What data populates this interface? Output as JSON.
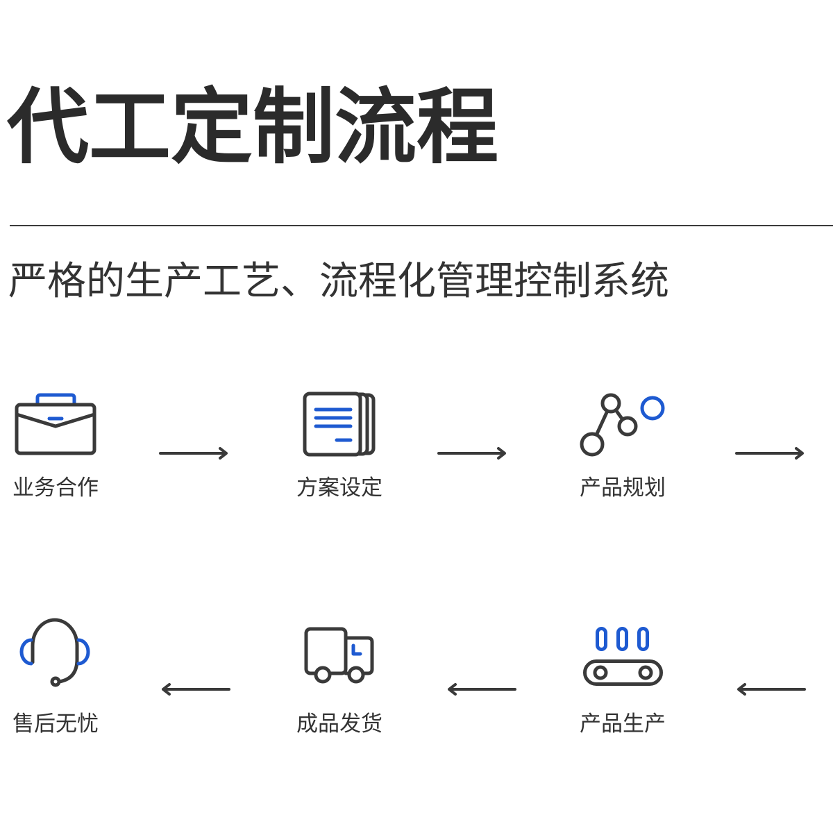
{
  "title": "代工定制流程",
  "subtitle": "严格的生产工艺、流程化管理控制系统",
  "colors": {
    "heading": "#2b2b2b",
    "text": "#333333",
    "icon": "#3a3a3a",
    "accent": "#1e5ad1",
    "background": "#ffffff"
  },
  "steps": [
    {
      "label": "业务合作",
      "icon": "briefcase-icon"
    },
    {
      "label": "方案设定",
      "icon": "document-icon"
    },
    {
      "label": "产品规划",
      "icon": "nodes-icon"
    },
    {
      "label": "产品生产",
      "icon": "conveyor-icon"
    },
    {
      "label": "成品发货",
      "icon": "truck-icon"
    },
    {
      "label": "售后无忧",
      "icon": "headset-icon"
    }
  ]
}
